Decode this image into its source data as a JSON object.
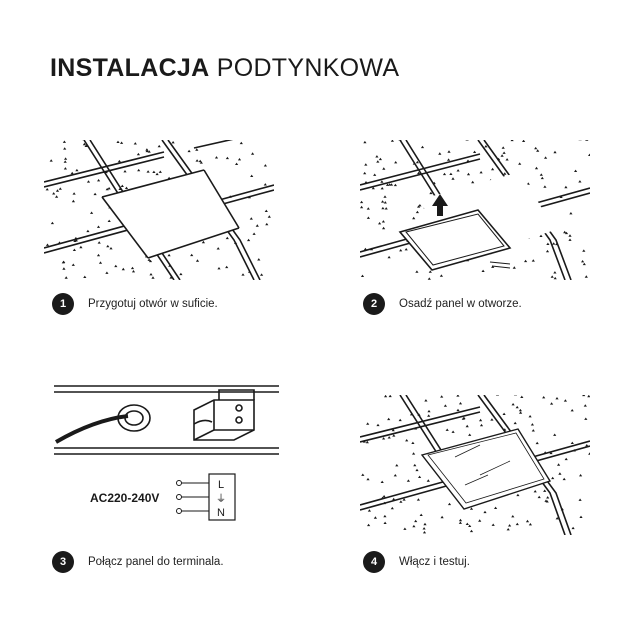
{
  "title": {
    "bold": "INSTALACJA",
    "light": "PODTYNKOWA"
  },
  "steps": [
    {
      "number": "1",
      "text": "Przygotuj otwór w suficie."
    },
    {
      "number": "2",
      "text": "Osadź panel w otworze."
    },
    {
      "number": "3",
      "text": "Połącz panel do terminala."
    },
    {
      "number": "4",
      "text": "Włącz i testuj."
    }
  ],
  "wiring": {
    "voltage": "AC220-240V",
    "terminals": [
      "L",
      "⏚",
      "N"
    ]
  },
  "colors": {
    "ink": "#1a1a1a",
    "background": "#ffffff"
  }
}
